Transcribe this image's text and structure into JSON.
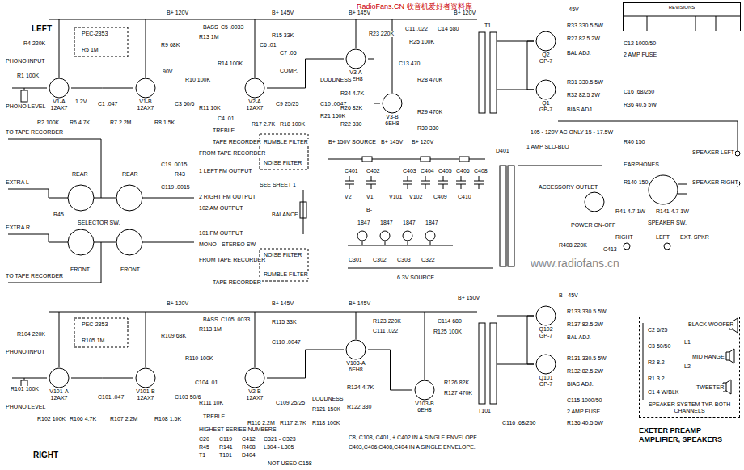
{
  "diagram": {
    "title": "EXETER PREAMP AMPLIFIER, SPEAKERS",
    "nodes": [
      {
        "text": [
          "REVISIONS"
        ]
      },
      {
        "text": [
          "V1-A",
          "12AX7"
        ]
      },
      {
        "text": [
          "V1-B",
          "12AX7"
        ]
      },
      {
        "text": [
          "V2-A",
          "12AX7"
        ]
      },
      {
        "text": [
          "V3-A",
          "6EH8"
        ]
      },
      {
        "text": [
          "V3-B",
          "6EH8"
        ]
      },
      {
        "text": [
          "Q2",
          "GP-7"
        ]
      },
      {
        "text": [
          "Q1",
          "GP-7"
        ]
      },
      {
        "text": [
          "V101-A",
          "12AX7"
        ]
      },
      {
        "text": [
          "V101-B",
          "12AX7"
        ]
      },
      {
        "text": [
          "V2-B",
          "12AX7"
        ]
      },
      {
        "text": [
          "V103-A",
          "6EH8"
        ]
      },
      {
        "text": [
          "V103-B",
          "6EH8"
        ]
      },
      {
        "text": [
          "Q102",
          "GP-7"
        ]
      },
      {
        "text": [
          "Q101",
          "GP-7"
        ]
      },
      {
        "text": [
          "SPEAKER SYSTEM TYP. BOTH CHANNELS"
        ]
      }
    ],
    "edges": [
      {
        "from": 1,
        "to": 2,
        "arrow": "none"
      },
      {
        "from": 3,
        "to": 4,
        "arrow": "none"
      },
      {
        "from": 4,
        "to": 5,
        "arrow": "none"
      },
      {
        "from": 6,
        "to": 7,
        "arrow": "none"
      },
      {
        "from": 8,
        "to": 9,
        "arrow": "none"
      },
      {
        "from": 10,
        "to": 11,
        "arrow": "none"
      },
      {
        "from": 11,
        "to": 12,
        "arrow": "none"
      },
      {
        "from": 13,
        "to": 14,
        "arrow": "none"
      }
    ],
    "labels": [
      "RadioFans.CN 收音机爱好者资料库",
      "www.radiofans.cn",
      "LEFT",
      "PHONO INPUT",
      "PHONO LEVEL",
      "R1 100K",
      "R4 220K",
      "PEC-2353",
      "R5 1M",
      "R9 68K",
      "B+ 120V",
      "R2 100K",
      "R6 4.7K",
      "1.2V",
      "C1 .047",
      "R7 2.2M",
      "R8 1.5K",
      "90V",
      "C3 50/6",
      "BASS",
      "C5 .0033",
      "R13 1M",
      "C6 .01",
      "R10 100K",
      "R14 100K",
      "R11 10K",
      "TREBLE",
      "C4 .01",
      "B+ 145V",
      "R15 33K",
      "C7 .05",
      "R17 2.7K",
      "R18 100K",
      "C9 25/25",
      "COMP.",
      "LOUDNESS",
      "C10 .0047",
      "R21 150K",
      "B+ 145V",
      "R23 220K",
      "C11 .022",
      "C14 680",
      "R25 100K",
      "C13 470",
      "R28 470K",
      "R24 4.7K",
      "R22 330",
      "R26 82K",
      "R29 470K",
      "R30 330",
      "B+ 120V",
      "T1",
      "-45V",
      "R33 330.5 5W",
      "R27 82.5 2W",
      "BAL ADJ.",
      "R31 330.5 5W",
      "R32 82.5 2W",
      "BIAS ADJ.",
      "C12 1000/50",
      "2 AMP FUSE",
      "C16 .68/250",
      "R36 40.5 5W",
      "TO TAPE RECORDER",
      "EXTRA L",
      "EXTRA R",
      "TO TAPE RECORDER",
      "R45",
      "REAR",
      "REAR",
      "SELECTOR SW.",
      "FRONT",
      "FRONT",
      "C19 .0015",
      "R43",
      "C119 .0015",
      "1 LEFT FM OUTPUT",
      "2 RIGHT FM OUTPUT",
      "102 AM OUTPUT",
      "101 FM OUTPUT",
      "MONO - STEREO SW",
      "TAPE RECORDER",
      "FROM TAPE RECORDER",
      "RUMBLE FILTER",
      "NOISE FILTER",
      "SEE SHEET 1",
      "BALANCE",
      "FROM TAPE RECORDER",
      "NOISE FILTER",
      "RUMBLE FILTER",
      "TAPE RECORDER",
      "B+ 150V SOURCE",
      "B+ 145V",
      "B+ 120V",
      "C401",
      "C402",
      "C403",
      "C404",
      "C405",
      "C406",
      "C408",
      "D401",
      "V2",
      "V1",
      "V101",
      "V102",
      "C409",
      "C410",
      "B-",
      "1847",
      "1847",
      "1847",
      "1847",
      "C301",
      "C302",
      "C303",
      "C322",
      "6.3V SOURCE",
      "1 AMP SLO-BLO",
      "105 - 120V AC ONLY 15 - 17.5W",
      "ACCESSORY OUTLET",
      "POWER ON-OFF",
      "R408 220K",
      "C413",
      "R40 150",
      "EARPHONES",
      "R140 150",
      "SPEAKER LEFT",
      "SPEAKER RIGHT",
      "SPEAKER SW.",
      "R41 4.7 1W",
      "R141 4.7 1W",
      "RIGHT",
      "LEFT",
      "EXT. SPKR",
      "PHONO INPUT",
      "PHONO LEVEL",
      "R101 100K",
      "R104 220K",
      "PEC-2353",
      "R105 1M",
      "R109 68K",
      "B+ 120V",
      "R102 100K",
      "R106 4.7K",
      "C101 .047",
      "R107 2.2M",
      "R108 1.5K",
      "C103 50/6",
      "BASS",
      "C105 .0033",
      "R113 1M",
      "R110 100K",
      "R111 10K",
      "TREBLE",
      "C104 .01",
      "B+ 145V",
      "R115 33K",
      "R116 2.2M",
      "R117 2.7K",
      "R118 100K",
      "C109 25/25",
      "LOUDNESS",
      "R121 150K",
      "C110 .0047",
      "B+ 145V",
      "R123 220K",
      "C111 .022",
      "C114 680",
      "R125 100K",
      "R124 4.7K",
      "R122 330",
      "R126 82K",
      "R127 470K",
      "B+ 150V",
      "B- -45V",
      "T101",
      "R133 330.5 5W",
      "R137 82.5 2W",
      "BAL ADJ.",
      "R131 330.5 5W",
      "R132 82.5 2W",
      "BIAS ADJ.",
      "C115 1000/50",
      "2 AMP FUSE",
      "C116 .68/250",
      "R136 40.5 5W",
      "C2 6/25",
      "BLACK WOOFER",
      "C3 50/50",
      "L1",
      "MID RANGE",
      "L2",
      "R2 8.2",
      "R1 3.2",
      "C1 4 W/BLK",
      "TWEETER",
      "RIGHT",
      "HIGHEST SERIES NUMBERS",
      "C20",
      "C119",
      "C412",
      "C321 - C323",
      "R45",
      "R141",
      "R408",
      "L304 - L305",
      "T1",
      "T101",
      "D404",
      "C8, C108, C401, + C402 IN A SINGLE ENVELOPE.",
      "C403,C406,C408,C404 IN A SINGLE ENVELOPE.",
      "NOT USED C158"
    ]
  }
}
